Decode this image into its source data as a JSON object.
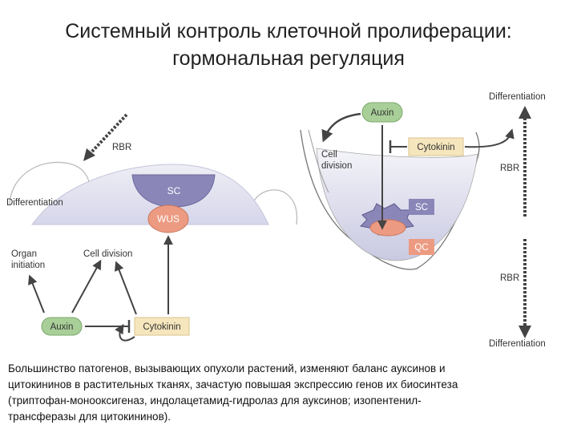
{
  "title": {
    "line1": "Системный контроль клеточной пролиферации:",
    "line2": "гормональная регуляция"
  },
  "left_panel": {
    "rbr": "RBR",
    "differentiation": "Differentiation",
    "sc": "SC",
    "wus": "WUS",
    "organ_initiation_1": "Organ",
    "organ_initiation_2": "initiation",
    "cell_division": "Cell division",
    "auxin": "Auxin",
    "cytokinin": "Cytokinin"
  },
  "right_panel": {
    "differentiation_top": "Differentiation",
    "auxin": "Auxin",
    "cytokinin": "Cytokinin",
    "cell_division_1": "Cell",
    "cell_division_2": "division",
    "rbr_top": "RBR",
    "sc": "SC",
    "qc": "QC",
    "rbr_bottom": "RBR",
    "differentiation_bottom": "Differentiation"
  },
  "caption": {
    "line1": "Большинство патогенов, вызывающих опухоли растений, изменяют баланс ауксинов и",
    "line2": "цитокининов в растительных тканях, зачастую повышая экспрессию генов их биосинтеза",
    "line3": "(триптофан-монооксигеназ, индолацетамид-гидролаз для ауксинов; изопентенил-",
    "line4": "трансферазы для цитокининов)."
  },
  "colors": {
    "dome": "#d9d9ec",
    "sc": "#8b86b8",
    "wus": "#ec9b82",
    "auxin": "#a9cf98",
    "cytokinin": "#f6e6bd"
  }
}
